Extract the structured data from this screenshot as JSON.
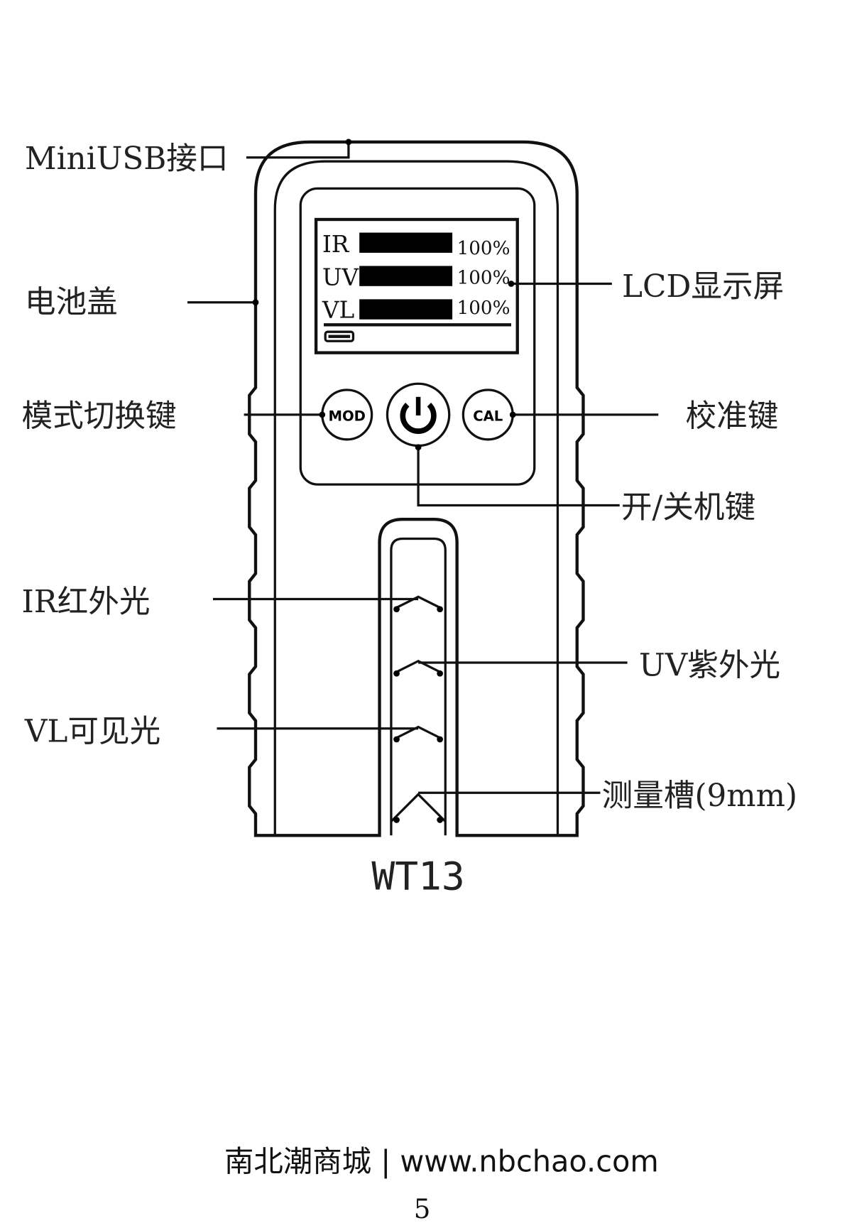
{
  "labels": {
    "mini_usb": "MiniUSB接口",
    "battery_cover": "电池盖",
    "mode_key": "模式切换键",
    "ir": "IR红外光",
    "vl": "VL可见光",
    "lcd": "LCD显示屏",
    "cal_key": "校准键",
    "power_key": "开/关机键",
    "uv": "UV紫外光",
    "slot": "测量槽(9mm)"
  },
  "lcd": {
    "rows": [
      {
        "name": "IR",
        "value": "100%",
        "level": 100
      },
      {
        "name": "UV",
        "value": "100%",
        "level": 100
      },
      {
        "name": "VL",
        "value": "100%",
        "level": 100
      }
    ]
  },
  "buttons": {
    "mod": "MOD",
    "cal": "CAL"
  },
  "model": "WT13",
  "footer": {
    "site": "南北潮商城 | www.nbchao.com",
    "page": "5"
  }
}
